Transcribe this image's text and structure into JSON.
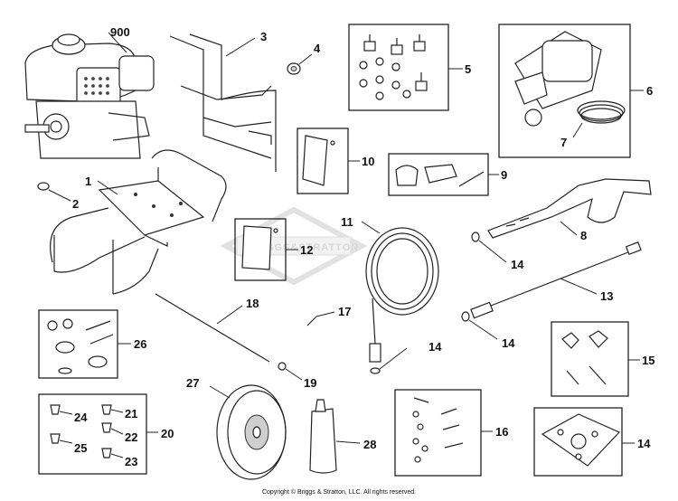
{
  "copyright": "Copyright © Briggs & Stratton, LLC. All rights reserved.",
  "watermark": "BRIGGS&STRATTON",
  "labels": {
    "p900": "900",
    "p1": "1",
    "p2": "2",
    "p3": "3",
    "p4": "4",
    "p5": "5",
    "p6": "6",
    "p7": "7",
    "p8": "8",
    "p9": "9",
    "p10": "10",
    "p11": "11",
    "p12": "12",
    "p13": "13",
    "p14a": "14",
    "p14b": "14",
    "p14c": "14",
    "p14d": "14",
    "p15": "15",
    "p16": "16",
    "p17": "17",
    "p18": "18",
    "p19": "19",
    "p20": "20",
    "p21": "21",
    "p22": "22",
    "p23": "23",
    "p24": "24",
    "p25": "25",
    "p26": "26",
    "p27": "27",
    "p28": "28"
  }
}
